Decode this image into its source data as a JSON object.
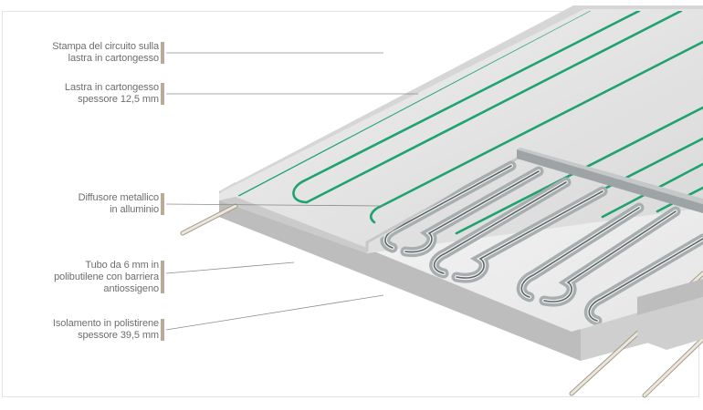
{
  "labels": [
    {
      "id": "print",
      "lines": [
        "Stampa del circuito sulla",
        "lastra in cartongesso"
      ]
    },
    {
      "id": "board",
      "lines": [
        "Lastra in cartongesso",
        "spessore 12,5 mm"
      ]
    },
    {
      "id": "diffuser",
      "lines": [
        "Diffusore metallico",
        "in alluminio"
      ]
    },
    {
      "id": "pipe",
      "lines": [
        "Tubo da 6 mm in",
        "polibutilene con barriera",
        "antiossigeno"
      ]
    },
    {
      "id": "insulation",
      "lines": [
        "Isolamento in polistirene",
        "spessore 39,5 mm"
      ]
    }
  ],
  "colors": {
    "circuit_print": "#1ea36e",
    "leader_bar": "#b8ab97",
    "label_text": "#6e6e6e"
  }
}
